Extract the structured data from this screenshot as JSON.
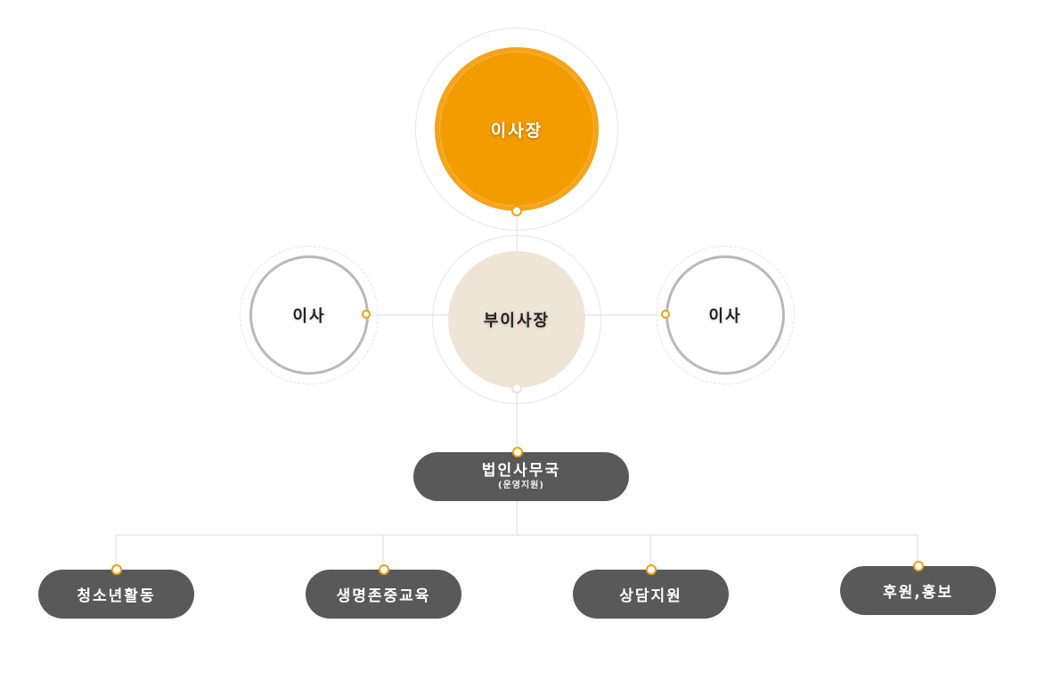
{
  "org": {
    "chairman": "이사장",
    "vice_chairman": "부이사장",
    "director_left": "이사",
    "director_right": "이사",
    "secretariat": {
      "title": "법인사무국",
      "subtitle": "(운영지원)"
    },
    "departments": [
      {
        "label": "청소년활동"
      },
      {
        "label": "생명존중교육"
      },
      {
        "label": "상담지원"
      },
      {
        "label": "후원,홍보"
      }
    ]
  },
  "colors": {
    "accent": "#f39c00",
    "vice_fill": "#efe5d6",
    "director_border": "#b9b9b9",
    "pill": "#595959",
    "connector": "#dddddd",
    "dot": "#f0a10e"
  }
}
